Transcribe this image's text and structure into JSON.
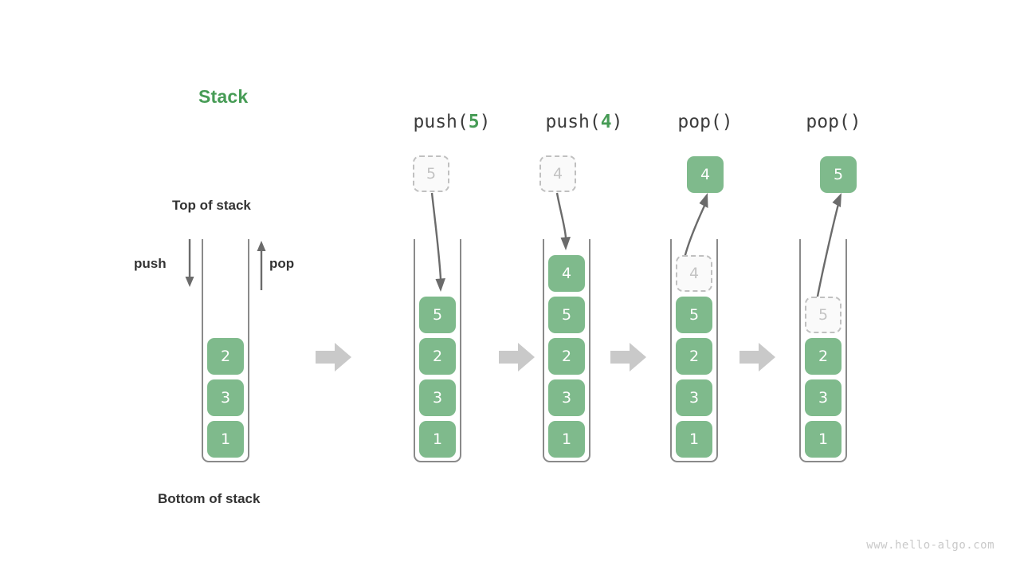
{
  "title": "Stack",
  "labels": {
    "top_of_stack": "Top of stack",
    "bottom_of_stack": "Bottom of stack",
    "push": "push",
    "pop": "pop"
  },
  "watermark": "www.hello-algo.com",
  "colors": {
    "accent_green": "#479c56",
    "cell_green": "#7fba8c",
    "ghost_border": "#c0c0c0",
    "ghost_text": "#c3c3c3",
    "outline_gray": "#8a8a8a",
    "arrow_gray": "#6b6b6b",
    "block_arrow_gray": "#c9c9c9",
    "watermark_gray": "#c9c9c9"
  },
  "initial_stack": {
    "cells": [
      "2",
      "3",
      "1"
    ]
  },
  "steps": [
    {
      "id": "push-5",
      "header_fn": "push(",
      "header_arg": "5",
      "header_close": ")",
      "floating_cell": {
        "value": "5",
        "style": "ghost",
        "position": "above"
      },
      "cells": [
        "5",
        "2",
        "3",
        "1"
      ],
      "arrow_direction": "down"
    },
    {
      "id": "push-4",
      "header_fn": "push(",
      "header_arg": "4",
      "header_close": ")",
      "floating_cell": {
        "value": "4",
        "style": "ghost",
        "position": "above"
      },
      "cells": [
        "4",
        "5",
        "2",
        "3",
        "1"
      ],
      "arrow_direction": "down"
    },
    {
      "id": "pop-1",
      "header_fn": "pop(",
      "header_arg": "",
      "header_close": ")",
      "floating_cell": {
        "value": "4",
        "style": "solid",
        "position": "above"
      },
      "cells": [
        "4",
        "5",
        "2",
        "3",
        "1"
      ],
      "ghost_index": 0,
      "arrow_direction": "up"
    },
    {
      "id": "pop-2",
      "header_fn": "pop(",
      "header_arg": "",
      "header_close": ")",
      "floating_cell": {
        "value": "5",
        "style": "solid",
        "position": "above"
      },
      "cells": [
        "5",
        "2",
        "3",
        "1"
      ],
      "ghost_index": 0,
      "arrow_direction": "up"
    }
  ]
}
